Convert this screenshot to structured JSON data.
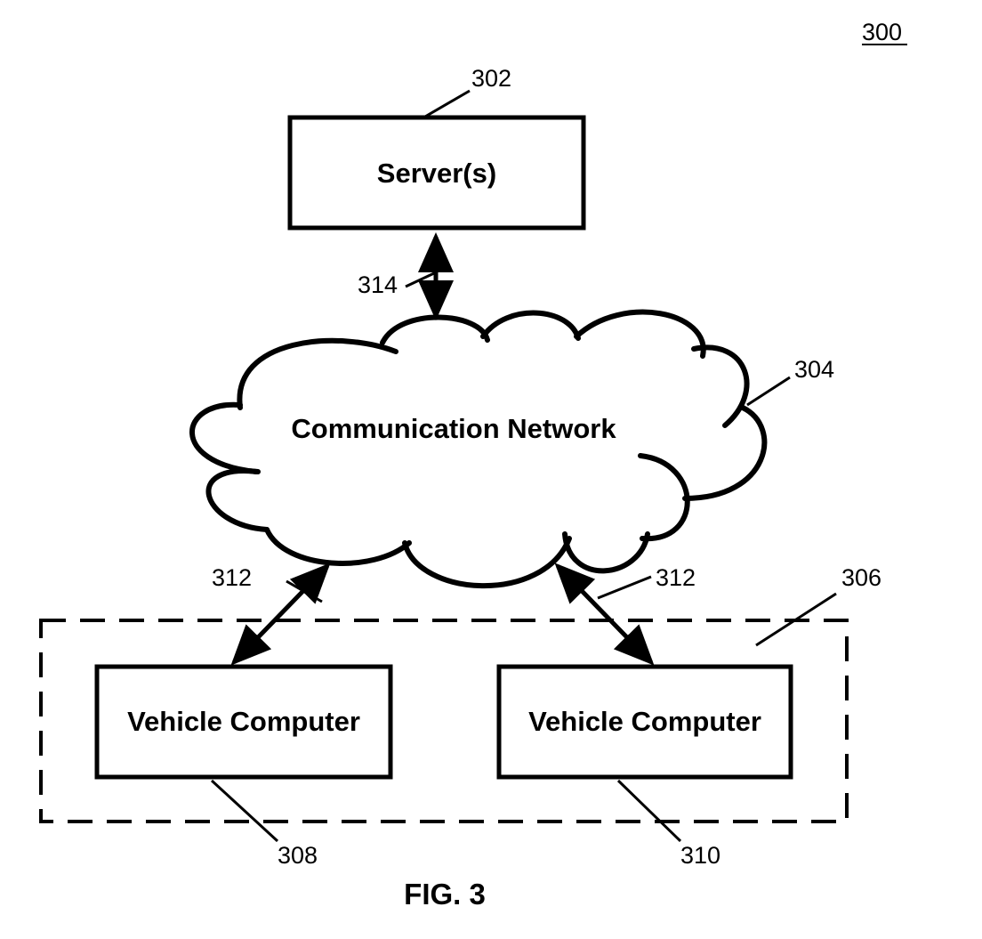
{
  "figure": {
    "ref_number": "300",
    "caption": "FIG. 3"
  },
  "server": {
    "label": "Server(s)",
    "ref": "302"
  },
  "network": {
    "label": "Communication Network",
    "ref": "304"
  },
  "vehicle_group": {
    "ref": "306"
  },
  "vehicle_left": {
    "label": "Vehicle Computer",
    "ref": "308"
  },
  "vehicle_right": {
    "label": "Vehicle Computer",
    "ref": "310"
  },
  "links": {
    "vehicle_link_left_ref": "312",
    "vehicle_link_right_ref": "312",
    "server_link_ref": "314"
  }
}
